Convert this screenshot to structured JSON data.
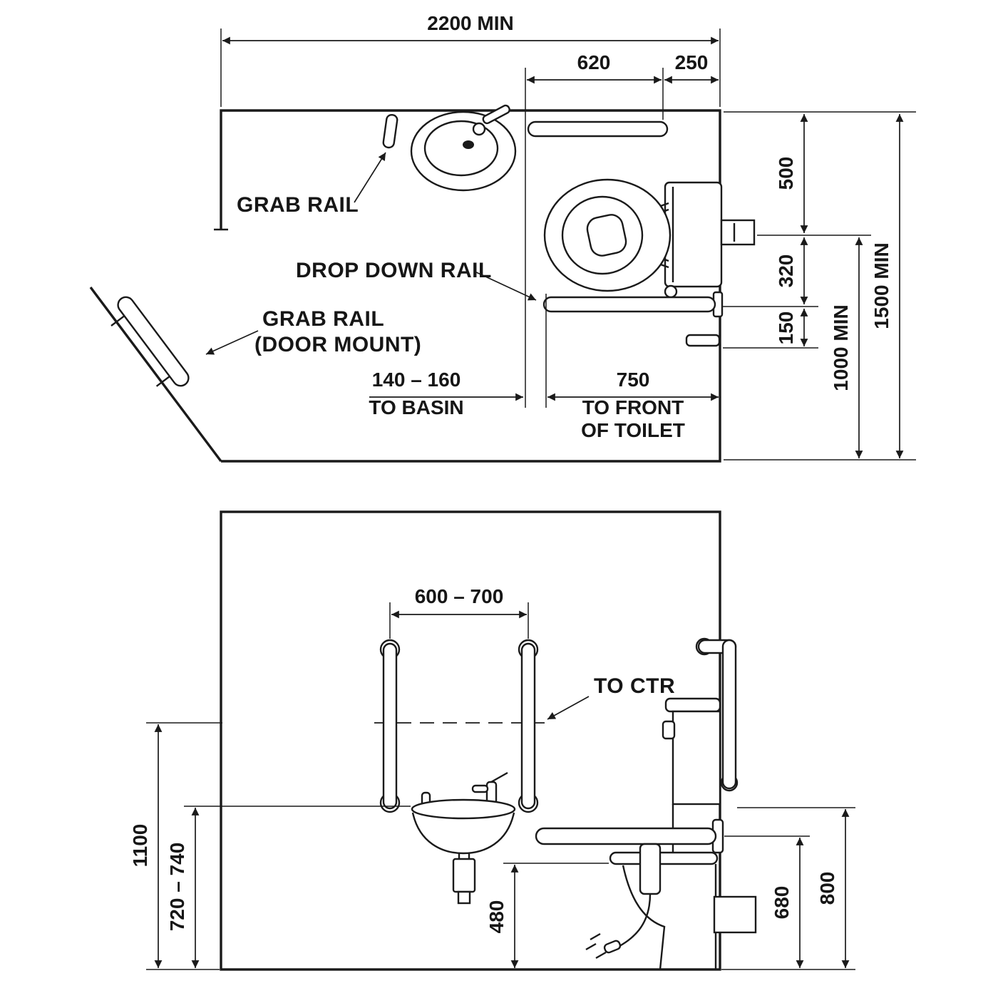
{
  "colors": {
    "ink": "#1a1a1a"
  },
  "plan": {
    "dims": {
      "overall_width": "2200 MIN",
      "rail_length": "620",
      "rail_to_wall": "250",
      "wall_to_toilet_ctr": "500",
      "toilet_ctr_to_rail": "320",
      "rail_to_holder": "150",
      "clear_depth": "1000 MIN",
      "overall_depth": "1500 MIN",
      "to_basin_value": "140 – 160",
      "to_basin_caption": "TO BASIN",
      "to_front_value": "750",
      "to_front_caption_line1": "TO FRONT",
      "to_front_caption_line2": "OF TOILET"
    },
    "labels": {
      "grab_rail": "GRAB RAIL",
      "drop_down_rail": "DROP DOWN RAIL",
      "door_rail_line1": "GRAB RAIL",
      "door_rail_line2": "(DOOR MOUNT)"
    }
  },
  "elevation": {
    "dims": {
      "rail_spacing": "600 – 700",
      "rail_top_height": "1100",
      "basin_height": "720 – 740",
      "seat_height": "480",
      "drop_rail_height": "680",
      "wall_rail_height": "800"
    },
    "labels": {
      "to_ctr": "TO CTR"
    }
  }
}
